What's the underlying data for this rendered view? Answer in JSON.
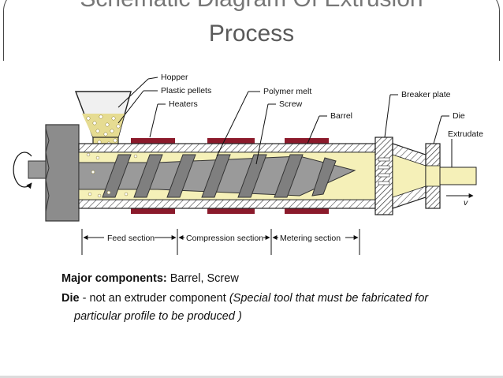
{
  "slide": {
    "title_line1": "Schematic Diagram Of Extrusion",
    "title_line2": "Process"
  },
  "diagram": {
    "labels": {
      "hopper": "Hopper",
      "plastic_pellets": "Plastic pellets",
      "heaters": "Heaters",
      "polymer_melt": "Polymer melt",
      "screw": "Screw",
      "barrel": "Barrel",
      "breaker_plate": "Breaker plate",
      "die": "Die",
      "extrudate": "Extrudate",
      "velocity": "v",
      "feed_section": "Feed section",
      "compression_section": "Compression section",
      "metering_section": "Metering section"
    },
    "colors": {
      "melt": "#f5f0b8",
      "steel": "#9a9a9a",
      "heater": "#8b1a2b",
      "pellet": "#d9cf7a"
    }
  },
  "notes": {
    "major_label": "Major components:",
    "major_value": " Barrel, Screw",
    "die_label": "Die",
    "die_text": " - not an extruder component ",
    "die_paren": "(Special tool that must be fabricated for",
    "die_paren2": "particular profile to be produced )"
  }
}
